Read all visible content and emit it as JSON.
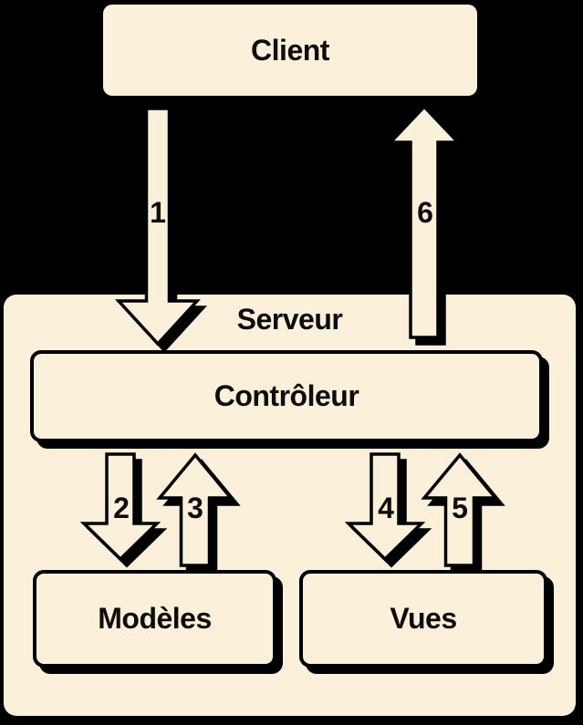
{
  "colors": {
    "background": "#000000",
    "node_fill": "#FBF0D9",
    "outline": "#000000",
    "text": "#0D0D0D"
  },
  "nodes": {
    "client": {
      "label": "Client"
    },
    "serveur": {
      "label": "Serveur"
    },
    "controleur": {
      "label": "Contrôleur"
    },
    "modeles": {
      "label": "Modèles"
    },
    "vues": {
      "label": "Vues"
    }
  },
  "arrows": [
    {
      "label": "1",
      "direction": "down",
      "from": "client",
      "to": "serveur"
    },
    {
      "label": "2",
      "direction": "down",
      "from": "controleur",
      "to": "modeles"
    },
    {
      "label": "3",
      "direction": "up",
      "from": "modeles",
      "to": "controleur"
    },
    {
      "label": "4",
      "direction": "down",
      "from": "controleur",
      "to": "vues"
    },
    {
      "label": "5",
      "direction": "up",
      "from": "vues",
      "to": "controleur"
    },
    {
      "label": "6",
      "direction": "up",
      "from": "serveur",
      "to": "client"
    }
  ]
}
